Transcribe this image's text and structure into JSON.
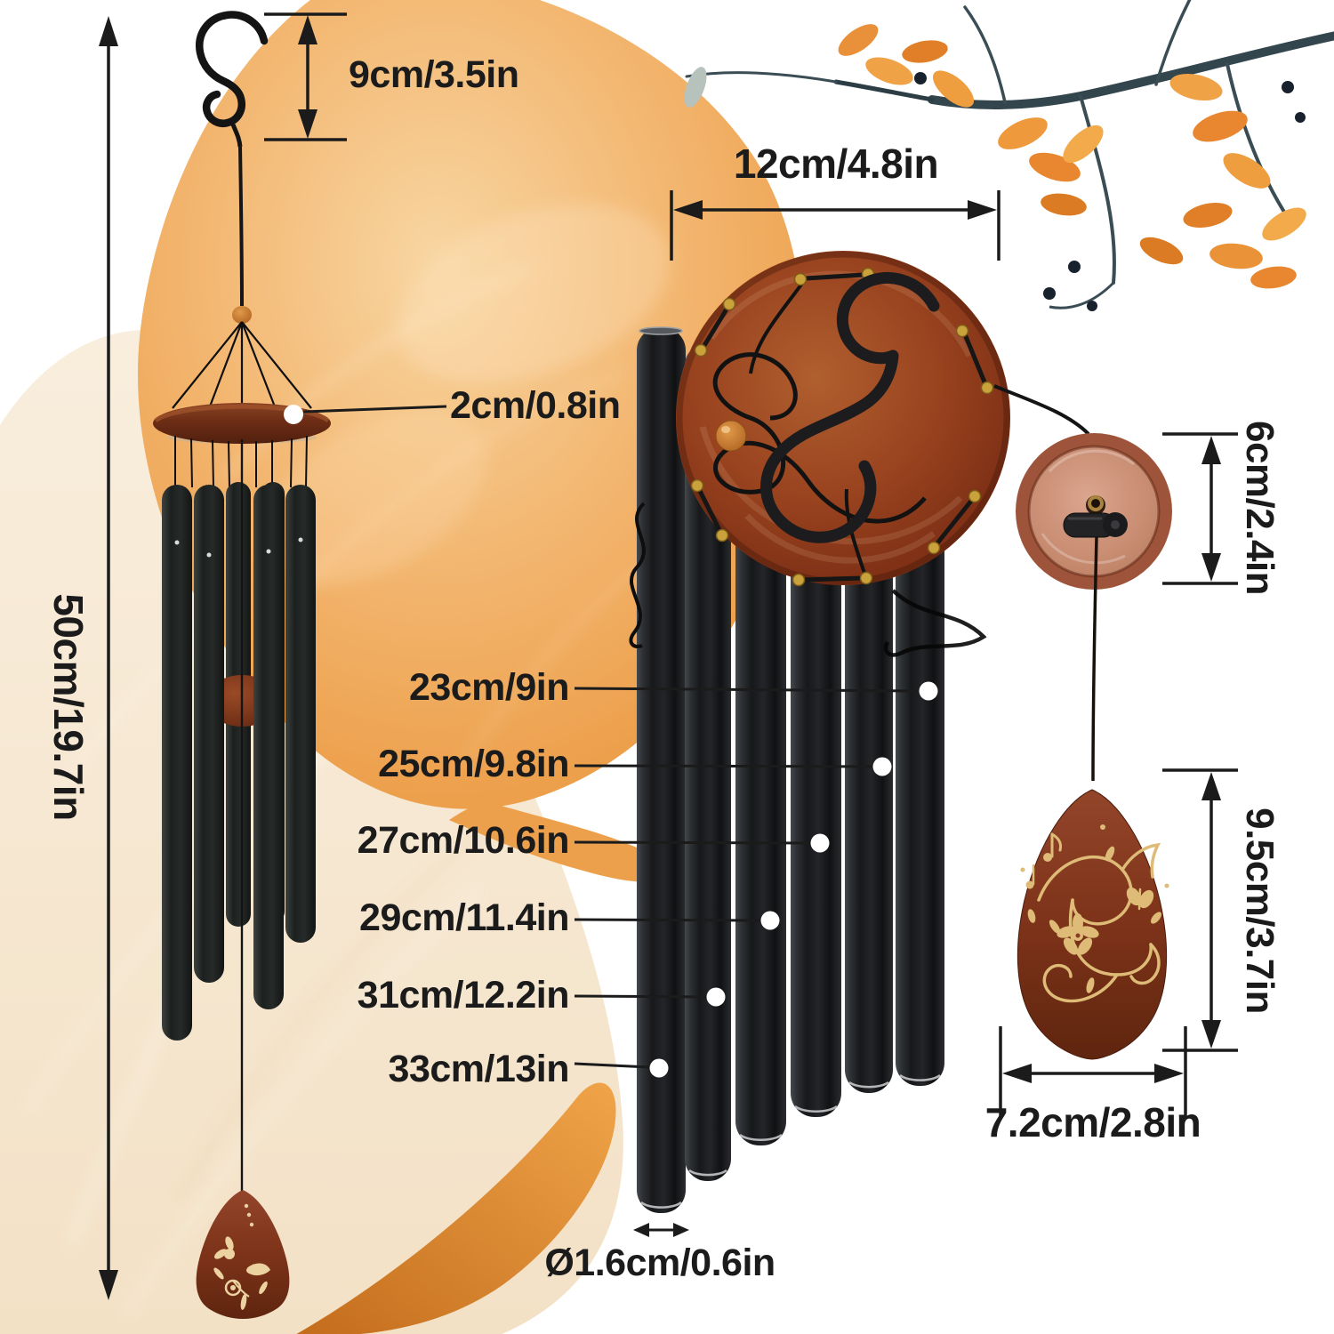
{
  "colors": {
    "background": "#ffffff",
    "field_pale": "#f6e8d4",
    "field_orange": "#efa24b",
    "swoosh_orange": "#d57c22",
    "wood_dark": "#7c3018",
    "wood_light": "#c68a6f",
    "tube_black": "#1b1d1f",
    "engraving_gold": "#debb76",
    "dimension_line": "#1b1b1b",
    "leaf_orange": "#e8872f"
  },
  "assembled_view": {
    "hook_height": "9cm/3.5in",
    "total_length": "50cm/19.7in",
    "top_ring_thickness": "2cm/0.8in"
  },
  "exploded_view": {
    "top_disc_width": "12cm/4.8in",
    "tube_lengths": [
      "23cm/9in",
      "25cm/9.8in",
      "27cm/10.6in",
      "29cm/11.4in",
      "31cm/12.2in",
      "33cm/13in"
    ],
    "tube_diameter": "Ø1.6cm/0.6in"
  },
  "wind_catcher_view": {
    "catcher_disc_height": "6cm/2.4in",
    "sail_height": "9.5cm/3.7in",
    "sail_width": "7.2cm/2.8in"
  }
}
